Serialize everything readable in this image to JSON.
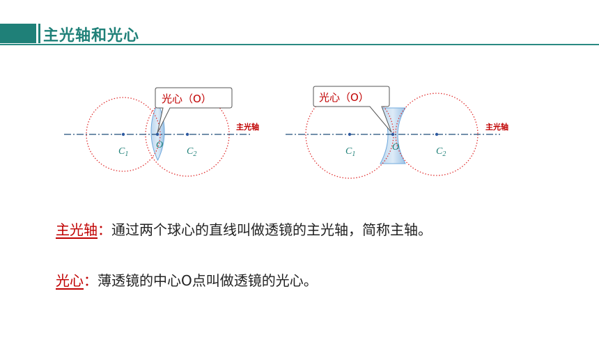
{
  "header": {
    "title": "主光轴和光心"
  },
  "diagram_left": {
    "callout": "光心（O）",
    "axis_label": "主光轴",
    "center_label": "O",
    "c1_base": "C",
    "c1_sub": "1",
    "c2_base": "C",
    "c2_sub": "2"
  },
  "diagram_right": {
    "callout": "光心（O）",
    "axis_label": "主光轴",
    "center_label": "O",
    "c1_base": "C",
    "c1_sub": "1",
    "c2_base": "C",
    "c2_sub": "2"
  },
  "definitions": [
    {
      "term": "主光轴",
      "colon": "：",
      "text": "通过两个球心的直线叫做透镜的主光轴，简称主轴。"
    },
    {
      "term": "光心",
      "colon": "：",
      "text": "薄透镜的中心O点叫做透镜的光心。"
    }
  ],
  "colors": {
    "accent": "#1f8078",
    "term": "#c00000",
    "axis": "#1f4e79",
    "circle": "#e03030",
    "lens": "#9dc3e6"
  }
}
